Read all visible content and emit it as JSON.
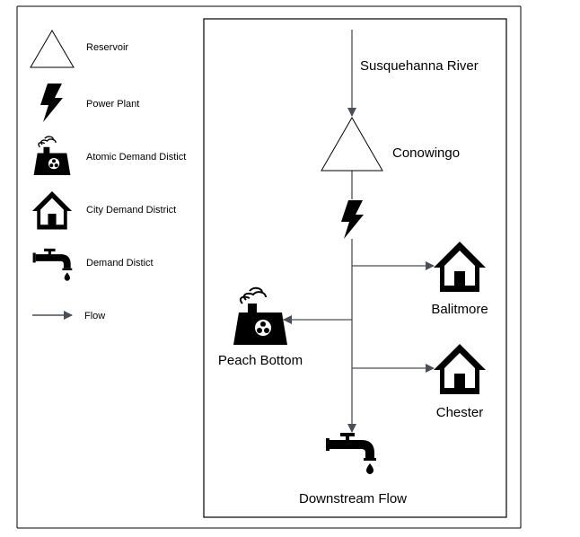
{
  "legend": {
    "reservoir": "Reservoir",
    "power_plant": "Power Plant",
    "atomic": "Atomic Demand Distict",
    "city": "City Demand District",
    "demand": "Demand Distict",
    "flow": "Flow"
  },
  "diagram": {
    "river": "Susquehanna River",
    "reservoir": "Conowingo",
    "city_1": "Balitmore",
    "atomic": "Peach Bottom",
    "city_2": "Chester",
    "outflow": "Downstream Flow"
  },
  "colors": {
    "line": "#4a4f57",
    "icon": "#000000",
    "border": "#000000"
  }
}
